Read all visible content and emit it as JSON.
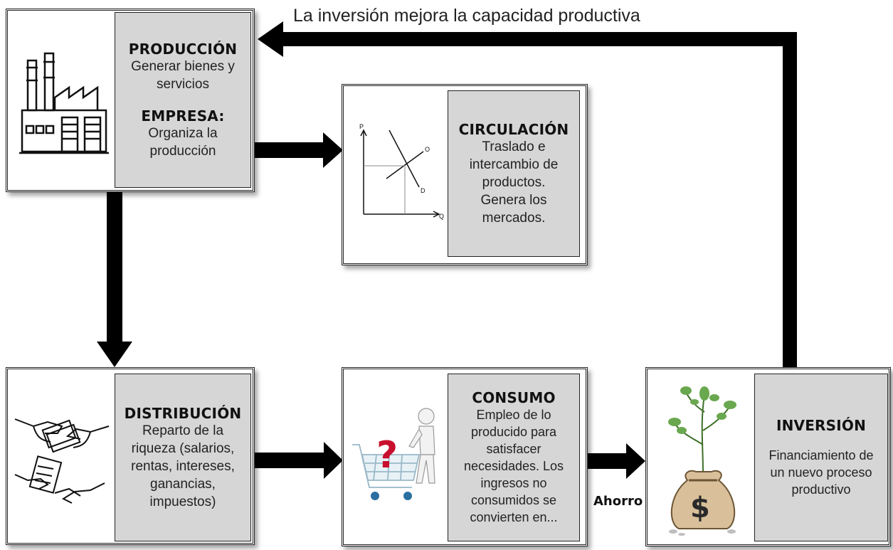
{
  "top_label": "La inversión mejora la capacidad productiva",
  "produccion": {
    "title": "PRODUCCIÓN",
    "text": "Generar bienes y servicios",
    "title2": "EMPRESA:",
    "text2": "Organiza la producción",
    "icon": "factory-icon"
  },
  "circulacion": {
    "title": "CIRCULACIÓN",
    "text": "Traslado e intercambio de productos. Genera los mercados.",
    "icon": "supply-demand-graph-icon",
    "axis_p": "P",
    "axis_q": "Q",
    "label_o": "O",
    "label_d": "D"
  },
  "distribucion": {
    "title": "DISTRIBUCIÓN",
    "text": "Reparto de la riqueza (salarios, rentas, intereses, ganancias, impuestos)",
    "icon": "hands-exchanging-money-icon"
  },
  "consumo": {
    "title": "CONSUMO",
    "text": "Empleo de lo producido para satisfacer necesidades. Los ingresos no consumidos se convierten en...",
    "icon": "shopping-cart-question-icon",
    "question_mark": "?"
  },
  "inversion": {
    "title": "INVERSIÓN",
    "text": "Financiamiento de un nuevo proceso productivo",
    "icon": "money-bag-plant-icon",
    "currency": "$"
  },
  "ahorro_label": "Ahorro",
  "colors": {
    "panel": "#d6d6d6",
    "arrow": "#000000",
    "border": "#222222"
  }
}
